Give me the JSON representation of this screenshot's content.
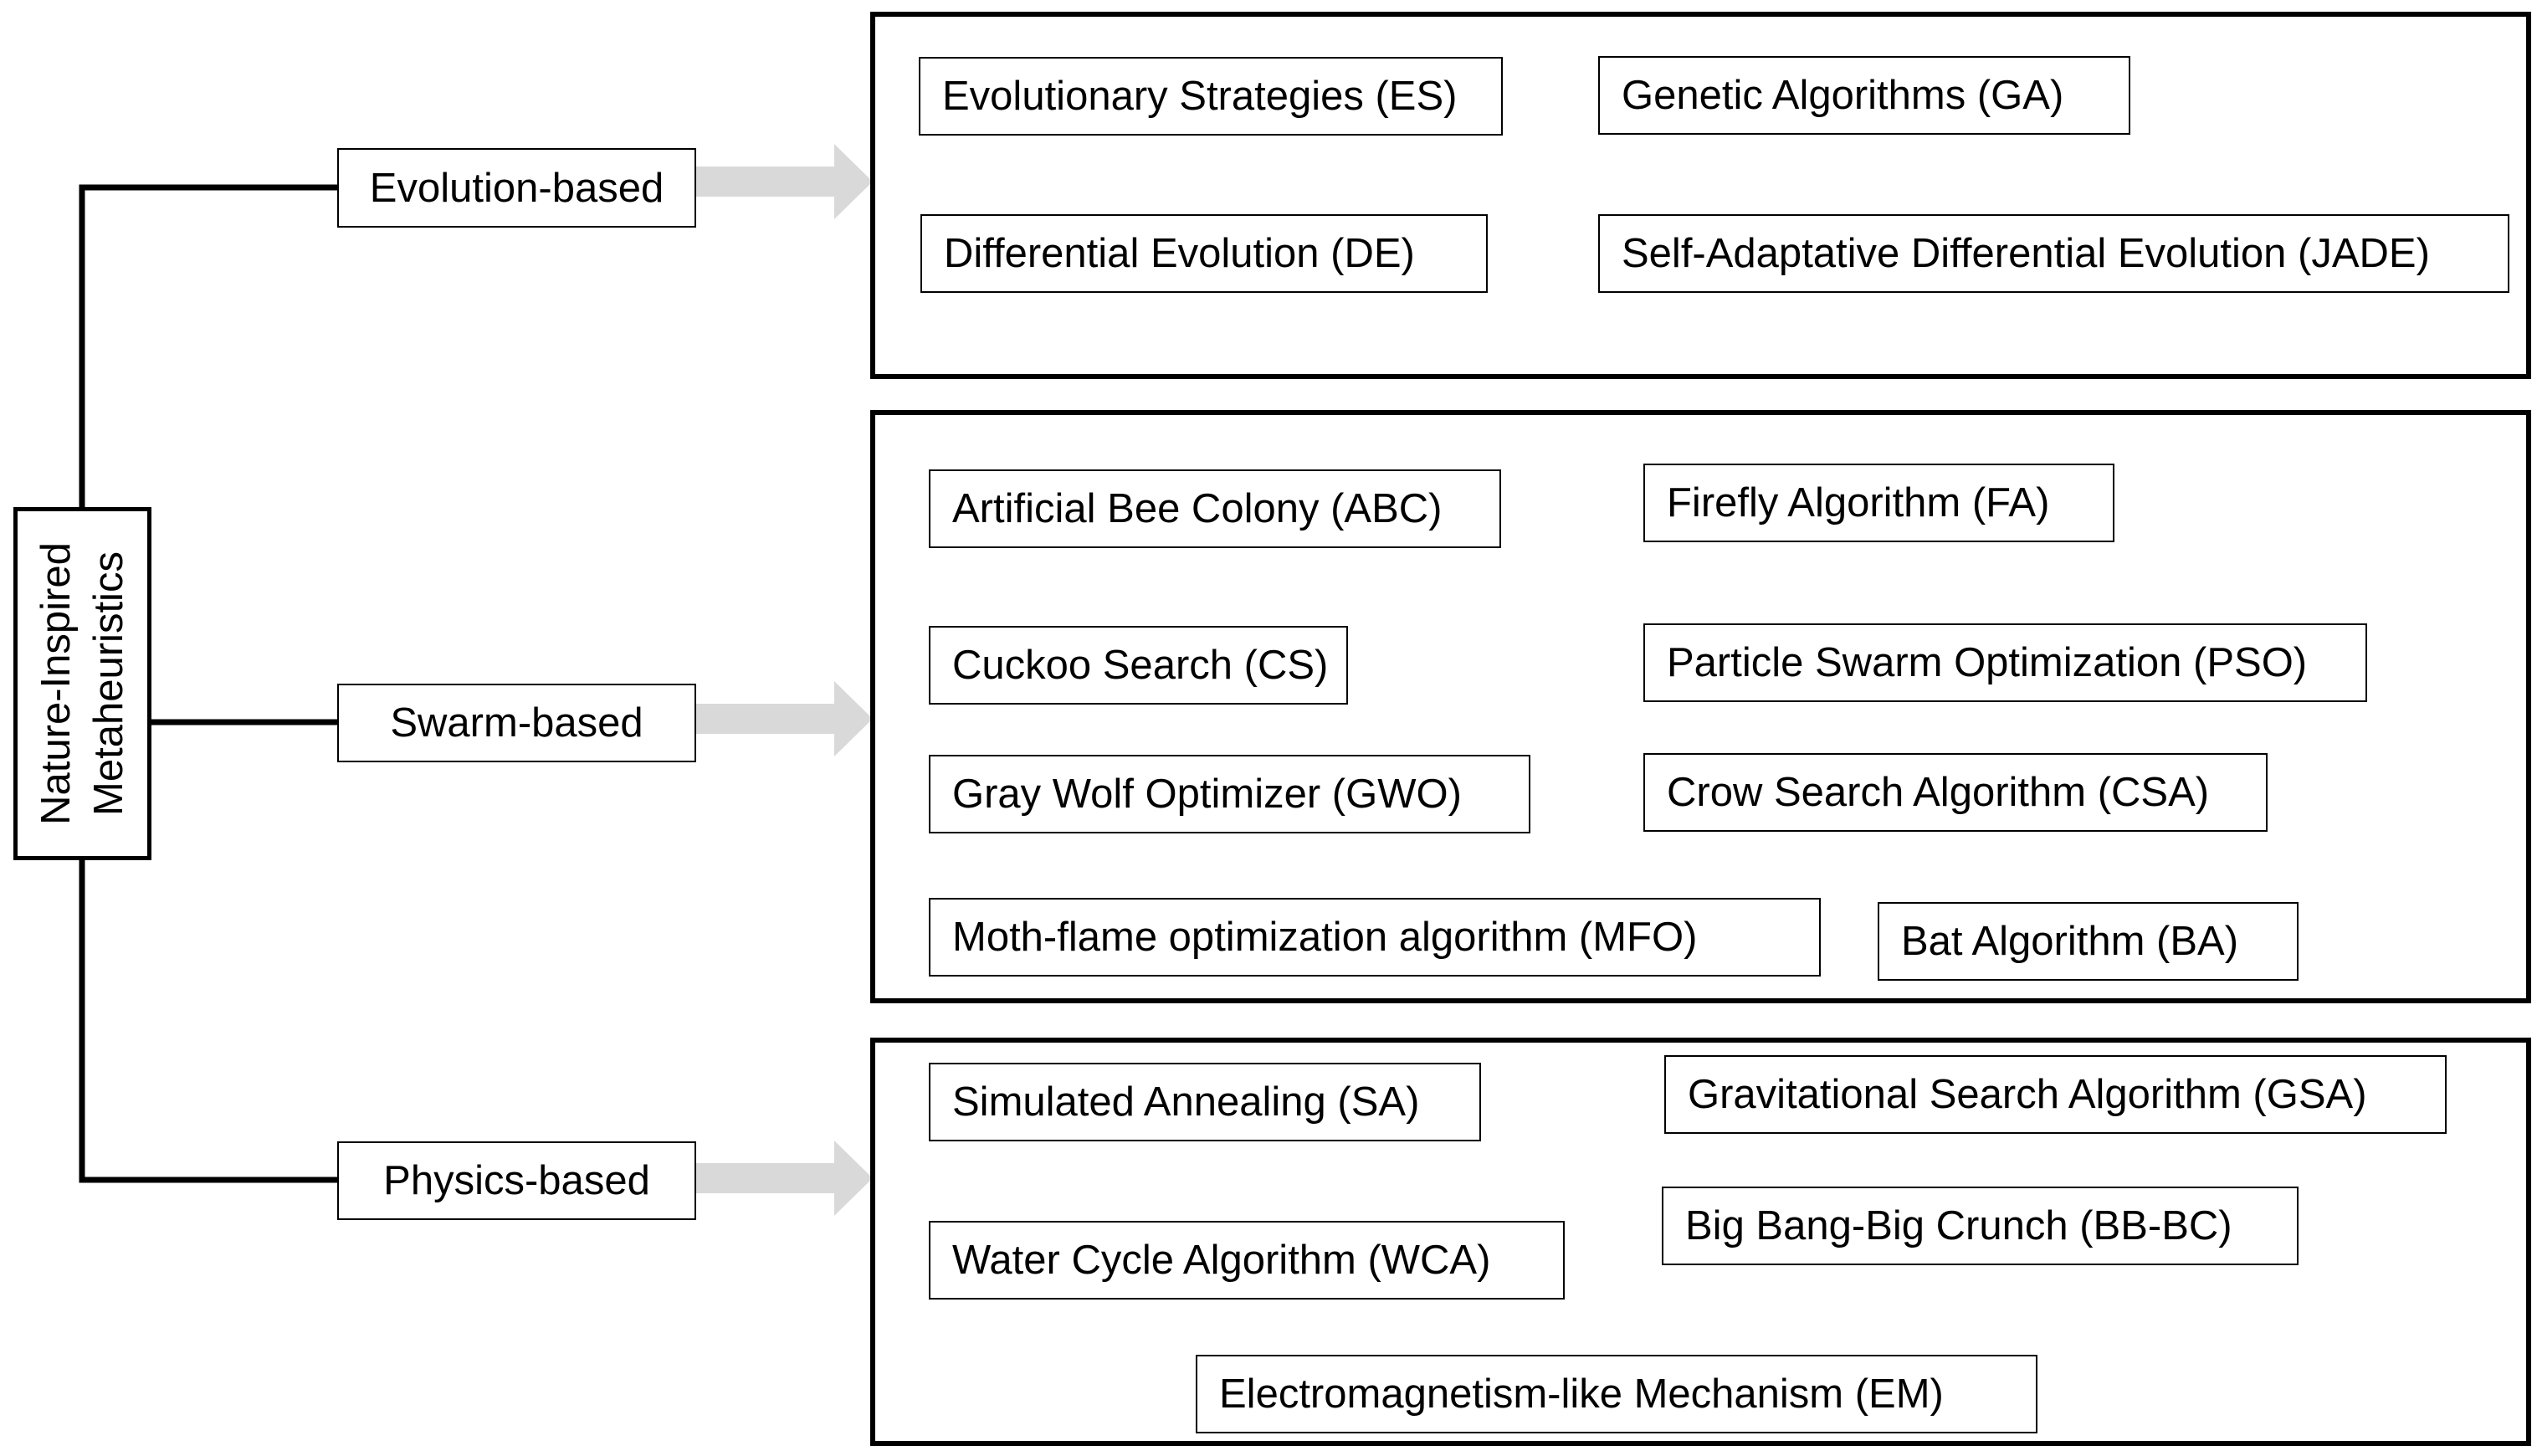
{
  "root": {
    "line1": "Nature-Inspired",
    "line2": "Metaheuristics"
  },
  "categories": {
    "evolution": "Evolution-based",
    "swarm": "Swarm-based",
    "physics": "Physics-based"
  },
  "evolution_algorithms": [
    "Evolutionary Strategies (ES)",
    "Genetic Algorithms (GA)",
    "Differential Evolution (DE)",
    "Self-Adaptative Differential Evolution (JADE)"
  ],
  "swarm_algorithms": [
    "Artificial Bee Colony (ABC)",
    "Firefly Algorithm (FA)",
    "Cuckoo Search (CS)",
    "Particle Swarm Optimization (PSO)",
    "Gray Wolf Optimizer (GWO)",
    "Crow Search Algorithm (CSA)",
    "Moth-flame optimization algorithm (MFO)",
    "Bat Algorithm (BA)"
  ],
  "physics_algorithms": [
    "Simulated Annealing (SA)",
    "Gravitational Search Algorithm (GSA)",
    "Water Cycle Algorithm (WCA)",
    "Big Bang-Big Crunch (BB-BC)",
    "Electromagnetism-like Mechanism (EM)"
  ],
  "colors": {
    "line": "#000000",
    "arrow": "#d9d9d9",
    "background": "#ffffff"
  }
}
